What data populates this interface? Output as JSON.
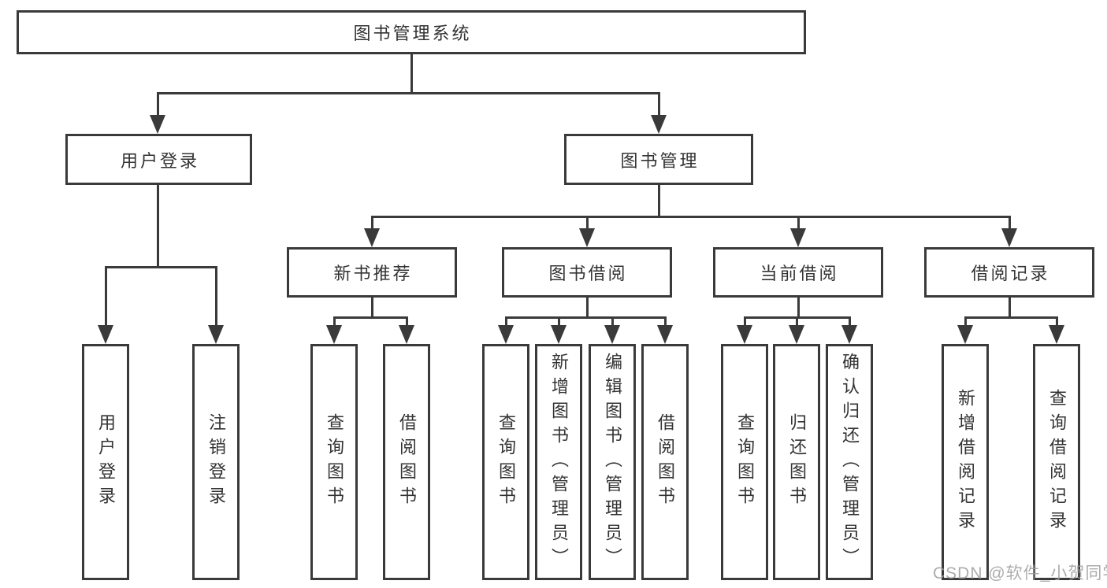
{
  "colors": {
    "line": "#3a3a3a",
    "text": "#333333",
    "watermark": "#9e9e9e",
    "background": "#ffffff"
  },
  "tree": {
    "root": {
      "label": "图书管理系统"
    },
    "branches": [
      {
        "label": "用户登录",
        "children": [
          {
            "label": "用户登录"
          },
          {
            "label": "注销登录"
          }
        ]
      },
      {
        "label": "图书管理",
        "children": [
          {
            "label": "新书推荐",
            "children": [
              {
                "label": "查询图书"
              },
              {
                "label": "借阅图书"
              }
            ]
          },
          {
            "label": "图书借阅",
            "children": [
              {
                "label": "查询图书"
              },
              {
                "label": "新增图书（管理员）"
              },
              {
                "label": "编辑图书（管理员）"
              },
              {
                "label": "借阅图书"
              }
            ]
          },
          {
            "label": "当前借阅",
            "children": [
              {
                "label": "查询图书"
              },
              {
                "label": "归还图书"
              },
              {
                "label": "确认归还（管理员）"
              }
            ]
          },
          {
            "label": "借阅记录",
            "children": [
              {
                "label": "新增借阅记录"
              },
              {
                "label": "查询借阅记录"
              }
            ]
          }
        ]
      }
    ]
  },
  "watermark": {
    "text": "CSDN @软件_小贺同学"
  }
}
